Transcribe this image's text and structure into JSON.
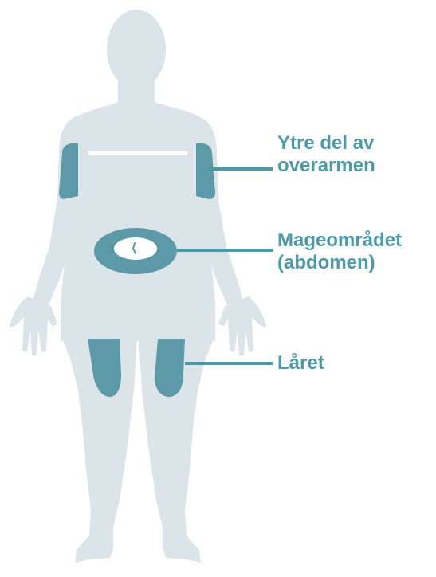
{
  "labels": {
    "upper_arm_line1": "Ytre del av",
    "upper_arm_line2": "overarmen",
    "abdomen_line1": "Mageområdet",
    "abdomen_line2": "(abdomen)",
    "thigh": "Låret"
  },
  "colors": {
    "silhouette": "#dbe4e9",
    "site": "#5b9aa6",
    "navel": "#ffffff",
    "label_text": "#4b9aa8"
  }
}
